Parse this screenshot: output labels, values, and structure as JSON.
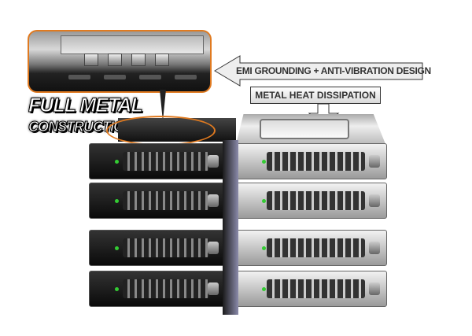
{
  "callouts": {
    "title_line1": "FULL METAL",
    "title_line2": "CONSTRUCTION",
    "emi": "EMI GROUNDING + ANTI-VIBRATION DESIGN",
    "heat": "METAL HEAT DISSIPATION"
  },
  "colors": {
    "accent": "#e07a20",
    "led": "#33cc33"
  },
  "bays_per_side": 4
}
